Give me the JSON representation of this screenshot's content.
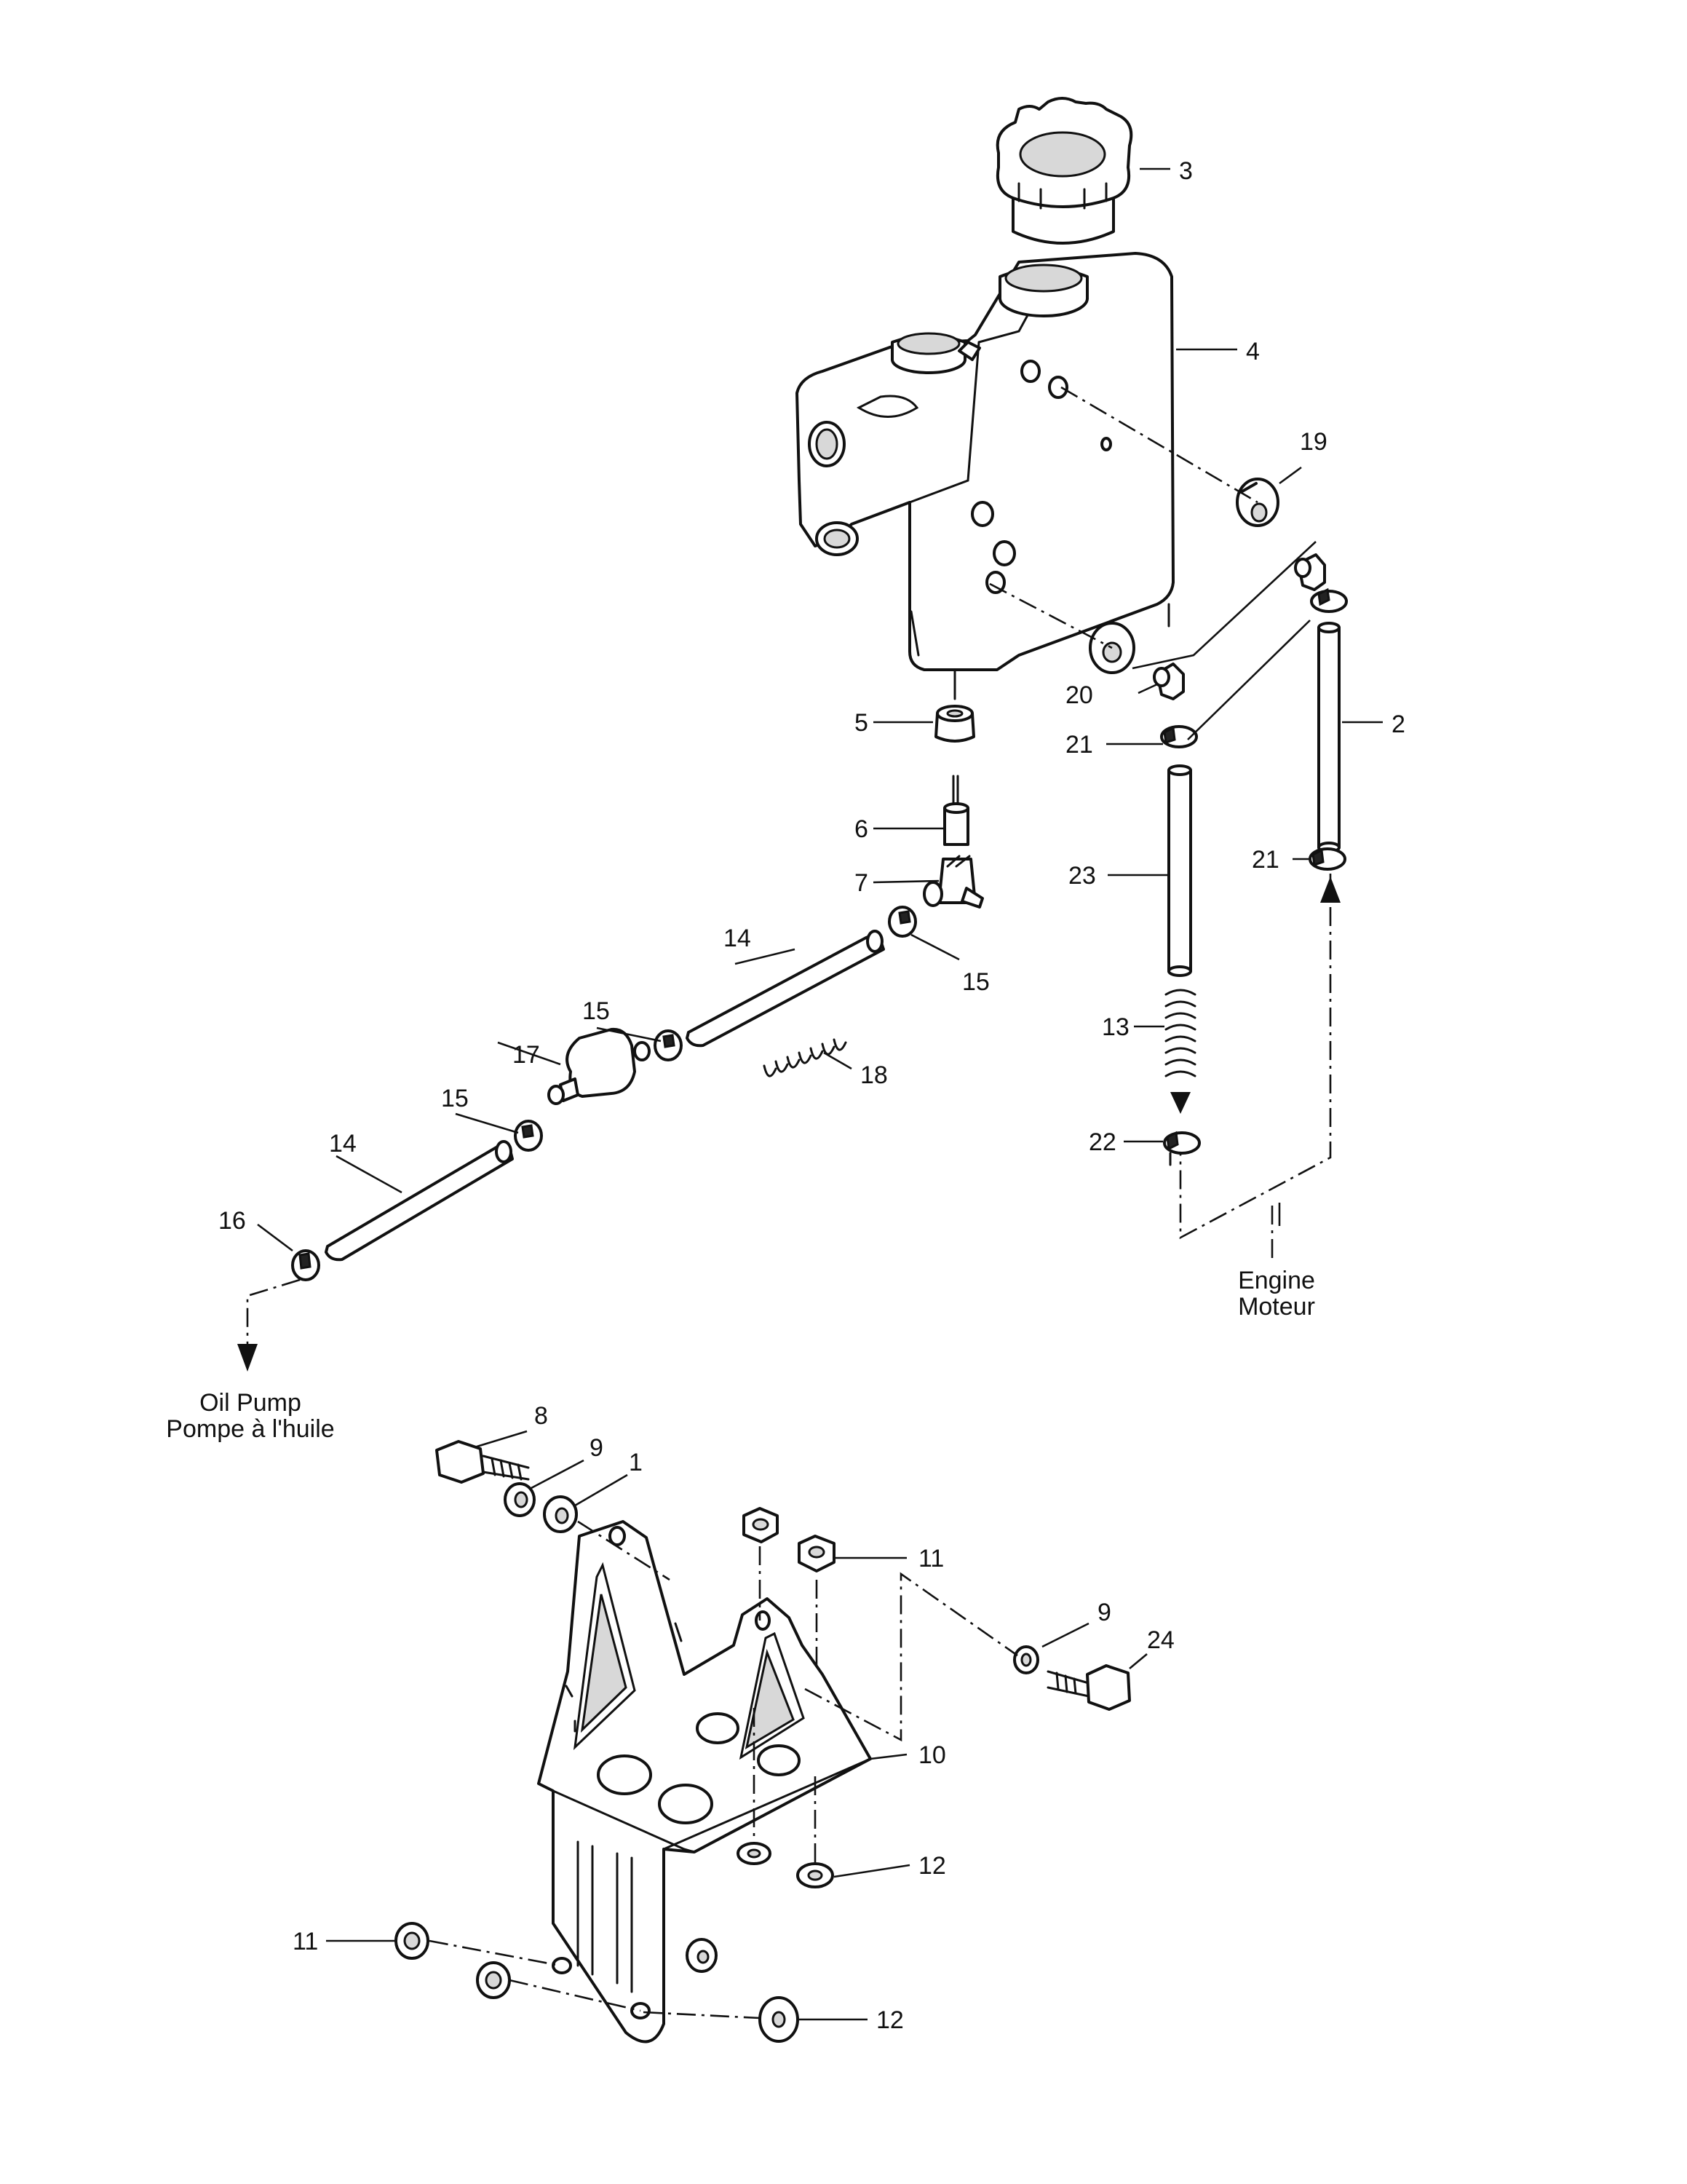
{
  "callouts": {
    "p1": "1",
    "p2": "2",
    "p3": "3",
    "p4": "4",
    "p5": "5",
    "p6": "6",
    "p7": "7",
    "p8": "8",
    "p9a": "9",
    "p9b": "9",
    "p10": "10",
    "p11a": "11",
    "p11b": "11",
    "p12a": "12",
    "p12b": "12",
    "p13": "13",
    "p14a": "14",
    "p14b": "14",
    "p15a": "15",
    "p15b": "15",
    "p15c": "15",
    "p16": "16",
    "p17": "17",
    "p18": "18",
    "p19": "19",
    "p20": "20",
    "p21a": "21",
    "p21b": "21",
    "p22": "22",
    "p23": "23",
    "p24": "24"
  },
  "destinations": {
    "engine_en": "Engine",
    "engine_fr": "Moteur",
    "oil_pump_en": "Oil Pump",
    "oil_pump_fr": "Pompe à l'huile"
  }
}
